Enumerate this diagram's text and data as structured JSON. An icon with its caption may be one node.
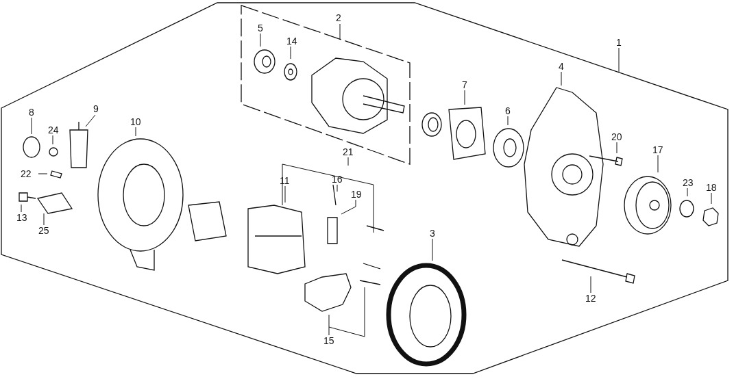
{
  "diagram": {
    "nodes": [
      {
        "text": [
          "2"
        ]
      },
      {
        "text": [
          "5"
        ]
      },
      {
        "text": [
          "14"
        ]
      },
      {
        "text": [
          "1"
        ]
      },
      {
        "text": [
          "4"
        ]
      },
      {
        "text": [
          "7"
        ]
      },
      {
        "text": [
          "6"
        ]
      },
      {
        "text": [
          "9"
        ]
      },
      {
        "text": [
          "8"
        ]
      },
      {
        "text": [
          "10"
        ]
      },
      {
        "text": [
          "24"
        ]
      },
      {
        "text": [
          "20"
        ]
      },
      {
        "text": [
          "21"
        ]
      },
      {
        "text": [
          "17"
        ]
      },
      {
        "text": [
          "22"
        ]
      },
      {
        "text": [
          "16"
        ]
      },
      {
        "text": [
          "11"
        ]
      },
      {
        "text": [
          "23"
        ]
      },
      {
        "text": [
          "18"
        ]
      },
      {
        "text": [
          "19"
        ]
      },
      {
        "text": [
          "13"
        ]
      },
      {
        "text": [
          "25"
        ]
      },
      {
        "text": [
          "3"
        ]
      },
      {
        "text": [
          "12"
        ]
      },
      {
        "text": [
          "15"
        ]
      }
    ],
    "edges": [
      {
        "from": 0,
        "to": null,
        "arrow": "none"
      },
      {
        "from": 1,
        "to": null,
        "arrow": "none"
      },
      {
        "from": 2,
        "to": null,
        "arrow": "none"
      },
      {
        "from": 3,
        "to": null,
        "arrow": "none"
      },
      {
        "from": 4,
        "to": null,
        "arrow": "none"
      },
      {
        "from": 5,
        "to": null,
        "arrow": "none"
      },
      {
        "from": 6,
        "to": null,
        "arrow": "none"
      },
      {
        "from": 7,
        "to": null,
        "arrow": "none"
      },
      {
        "from": 8,
        "to": null,
        "arrow": "none"
      },
      {
        "from": 9,
        "to": null,
        "arrow": "none"
      },
      {
        "from": 10,
        "to": null,
        "arrow": "none"
      },
      {
        "from": 11,
        "to": null,
        "arrow": "none"
      },
      {
        "from": 12,
        "to": null,
        "arrow": "none"
      },
      {
        "from": 13,
        "to": null,
        "arrow": "none"
      },
      {
        "from": 14,
        "to": null,
        "arrow": "none"
      },
      {
        "from": 15,
        "to": null,
        "arrow": "none"
      },
      {
        "from": 16,
        "to": null,
        "arrow": "none"
      },
      {
        "from": 17,
        "to": null,
        "arrow": "none"
      },
      {
        "from": 18,
        "to": null,
        "arrow": "none"
      },
      {
        "from": 19,
        "to": null,
        "arrow": "none"
      },
      {
        "from": 20,
        "to": null,
        "arrow": "none"
      },
      {
        "from": 21,
        "to": null,
        "arrow": "none"
      },
      {
        "from": 22,
        "to": null,
        "arrow": "none"
      },
      {
        "from": 23,
        "to": null,
        "arrow": "none"
      },
      {
        "from": 24,
        "to": null,
        "arrow": "none"
      }
    ]
  }
}
